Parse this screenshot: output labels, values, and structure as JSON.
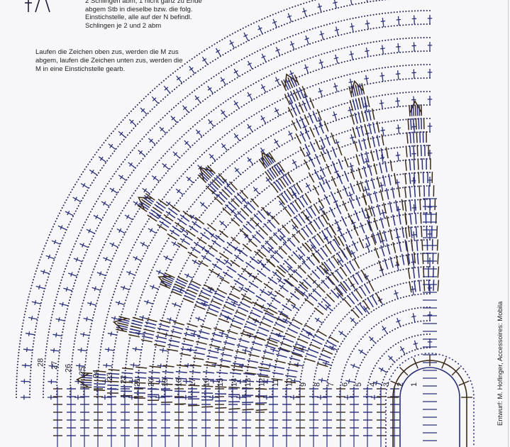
{
  "legend": {
    "symbol_text": "2 Schlingen abm, 1 nicht ganz zu Ende abgem Stb in dieselbe bzw. die folg. Einstichstelle, alle auf der N befindl. Schlingen je 2 und 2 abm",
    "combine_note": "Laufen die Zeichen oben zus, werden die M zus abgem, laufen die Zeichen unten zus, werden die M in eine Einstichstelle gearb."
  },
  "credit": "Entwurf: M. Hofinger, Accessoires: Mobila",
  "round_numbers": [
    "1",
    "2",
    "3",
    "4",
    "5",
    "6",
    "7",
    "8",
    "9",
    "10",
    "11",
    "12",
    "13",
    "14",
    "15",
    "16",
    "17",
    "18",
    "19",
    "20",
    "21",
    "22",
    "23",
    "24",
    "25",
    "26",
    "27",
    "28"
  ],
  "colors": {
    "stitch_blue": "#2b2f7a",
    "stitch_dark": "#3a2a18",
    "paper": "#f7f7f9",
    "chain_dot": "#2e2e58"
  },
  "icons": {
    "double_crochet": "tall-cross-symbol",
    "chain": "dot-symbol",
    "picot": "arrow-v-symbol"
  }
}
